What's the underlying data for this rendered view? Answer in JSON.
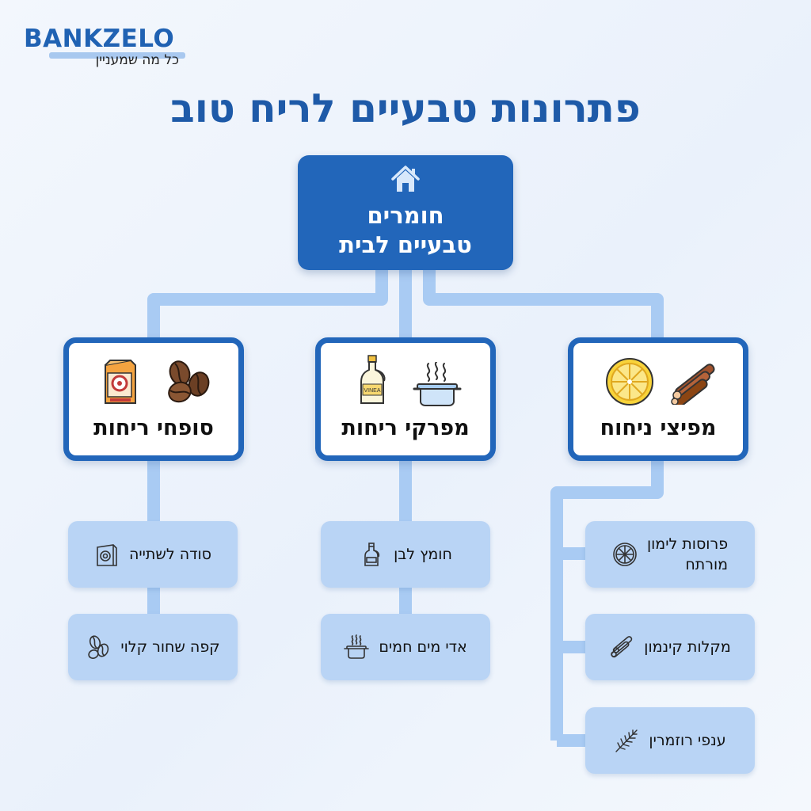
{
  "brand": {
    "name": "BANKZELO",
    "tagline": "כל מה שמעניין"
  },
  "title": "פתרונות טבעיים לריח טוב",
  "root": {
    "label_line1": "חומרים",
    "label_line2": "טבעיים לבית",
    "icon": "house-icon"
  },
  "categories": [
    {
      "label": "סופחי ריחות",
      "icons": [
        "baking-soda-box-icon",
        "coffee-beans-icon"
      ]
    },
    {
      "label": "מפרקי ריחות",
      "icons": [
        "vinegar-bottle-icon",
        "steaming-pot-icon"
      ],
      "bottle_text": "VINEA"
    },
    {
      "label": "מפיצי ניחוח",
      "icons": [
        "lemon-slice-icon",
        "cinnamon-sticks-icon"
      ]
    }
  ],
  "leaves": {
    "absorbers": [
      {
        "label": "סודה לשתייה",
        "icon": "baking-soda-icon"
      },
      {
        "label": "קפה שחור קלוי",
        "icon": "coffee-bean-icon"
      }
    ],
    "neutralizers": [
      {
        "label": "חומץ לבן",
        "icon": "vinegar-bottle-icon"
      },
      {
        "label": "אדי מים חמים",
        "icon": "steaming-pot-icon"
      }
    ],
    "fresheners": [
      {
        "label_line1": "פרוסות לימון",
        "label_line2": "מורתח",
        "icon": "lemon-slice-icon"
      },
      {
        "label": "מקלות קינמון",
        "icon": "cinnamon-sticks-icon"
      },
      {
        "label": "ענפי רוזמרין",
        "icon": "rosemary-icon"
      }
    ]
  },
  "colors": {
    "primary": "#2266ba",
    "title": "#1e5aa8",
    "leaf": "#b9d4f5",
    "connector": "#a9cbf3"
  }
}
